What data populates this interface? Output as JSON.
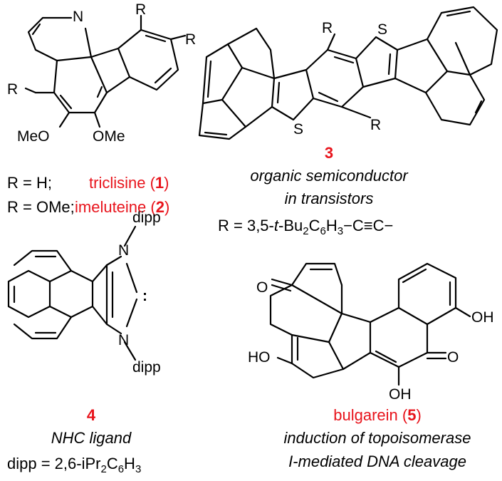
{
  "compounds": {
    "c12": {
      "substituent_labels": {
        "N": "N",
        "R": "R",
        "OMe_left": "MeO",
        "OMe_right": "OMe"
      },
      "line1": {
        "def": "R = H;",
        "name": "triclisine (",
        "num": "1",
        "close": ")"
      },
      "line2": {
        "def": "R = OMe;",
        "name": "imeluteine (",
        "num": "2",
        "close": ")"
      }
    },
    "c3": {
      "atom_S": "S",
      "atom_R": "R",
      "number": "3",
      "desc1": "organic semiconductor",
      "desc2": "in transistors",
      "rdef": {
        "pre": "R = 3,5-",
        "t": "t",
        "mid": "-Bu",
        "sub1": "2",
        "c6h": "C",
        "sub2": "6",
        "h": "H",
        "sub3": "3",
        "tail": "−C≡C−"
      }
    },
    "c4": {
      "atom_N": "N",
      "dipp": "dipp",
      "carbene": ":",
      "number": "4",
      "desc": "NHC ligand",
      "def": {
        "pre": "dipp = 2,6-iPr",
        "sub1": "2",
        "c": "C",
        "sub2": "6",
        "h": "H",
        "sub3": "3"
      }
    },
    "c5": {
      "O": "O",
      "OH": "OH",
      "HO": "HO",
      "name": "bulgarein (",
      "num": "5",
      "close": ")",
      "desc1": "induction of topoisomerase",
      "desc2": "I-mediated DNA cleavage"
    }
  }
}
